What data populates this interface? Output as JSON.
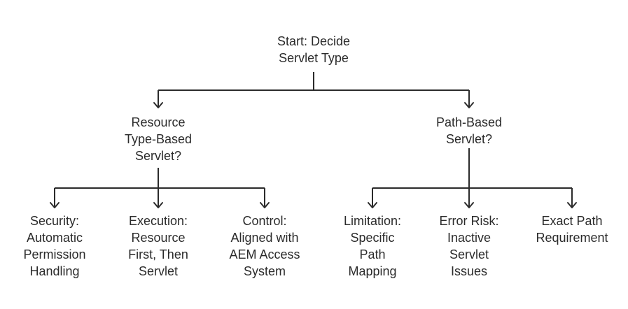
{
  "diagram": {
    "root": {
      "lines": [
        "Start: Decide",
        "Servlet Type"
      ]
    },
    "branches": [
      {
        "lines": [
          "Resource",
          "Type-Based",
          "Servlet?"
        ],
        "children": [
          {
            "lines": [
              "Security:",
              "Automatic",
              "Permission",
              "Handling"
            ]
          },
          {
            "lines": [
              "Execution:",
              "Resource",
              "First, Then",
              "Servlet"
            ]
          },
          {
            "lines": [
              "Control:",
              "Aligned with",
              "AEM Access",
              "System"
            ]
          }
        ]
      },
      {
        "lines": [
          "Path-Based",
          "Servlet?"
        ],
        "children": [
          {
            "lines": [
              "Limitation:",
              "Specific",
              "Path",
              "Mapping"
            ]
          },
          {
            "lines": [
              "Error Risk:",
              "Inactive",
              "Servlet",
              "Issues"
            ]
          },
          {
            "lines": [
              "Exact Path",
              "Requirement"
            ]
          }
        ]
      }
    ]
  }
}
